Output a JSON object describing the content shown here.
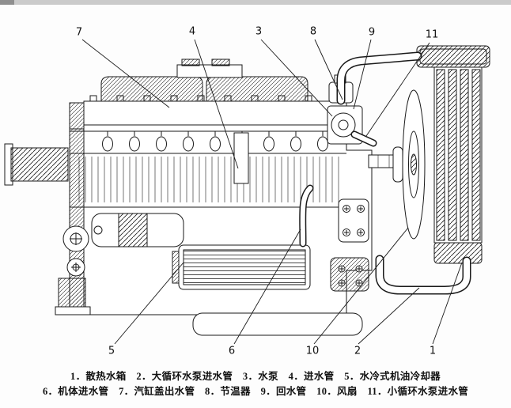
{
  "page": {
    "background": "#ffffff",
    "ink": "#1a1a1a"
  },
  "figure": {
    "type": "engine-cooling-system-cutaway",
    "callouts": [
      {
        "n": "7",
        "label": "汽缸盖出水管"
      },
      {
        "n": "4",
        "label": "进水管"
      },
      {
        "n": "3",
        "label": "水泵"
      },
      {
        "n": "8",
        "label": "节温器"
      },
      {
        "n": "9",
        "label": "回水管"
      },
      {
        "n": "11",
        "label": "小循环水泵进水管"
      },
      {
        "n": "5",
        "label": "水冷式机油冷却器"
      },
      {
        "n": "6",
        "label": "机体进水管"
      },
      {
        "n": "10",
        "label": "风扇"
      },
      {
        "n": "2",
        "label": "大循环水泵进水管"
      },
      {
        "n": "1",
        "label": "散热水箱"
      }
    ],
    "caption": {
      "line1": "1．散热水箱　2．大循环水泵进水管　3．水泵　4．进水管　5．水冷式机油冷却器",
      "line2": "6．机体进水管　7．汽缸盖出水管　8．节温器　9．回水管　10．风扇　11．小循环水泵进水管"
    }
  }
}
